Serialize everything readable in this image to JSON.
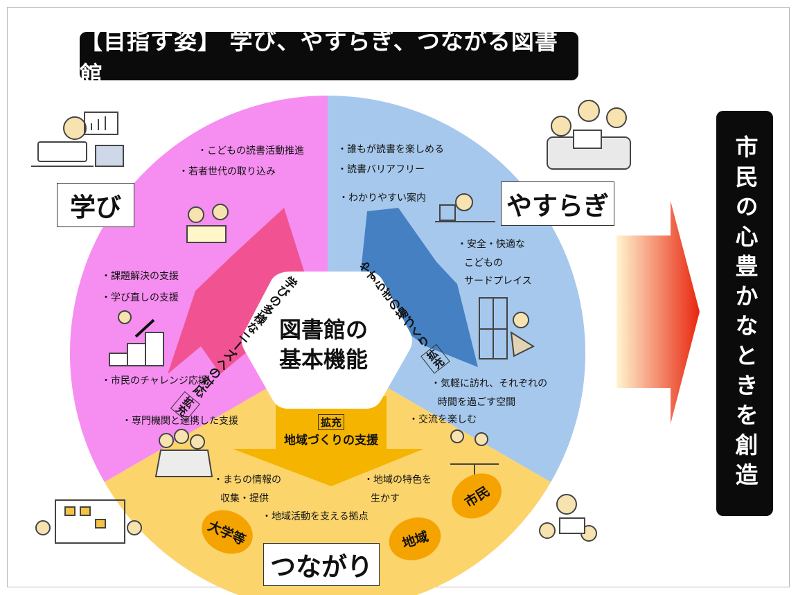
{
  "header": {
    "title": "【目指す姿】 学び、やすらぎ、つながる図書館"
  },
  "vision": {
    "text": "市民の心豊かなときを創造"
  },
  "center": {
    "line1": "図書館の",
    "line2": "基本機能"
  },
  "segments": {
    "manabi": {
      "label": "学び",
      "color": "#f58ef0",
      "items": [
        "・こどもの読書活動推進",
        "・若者世代の取り込み",
        "・課題解決の支援",
        "・学び直しの支援",
        "・市民のチャレンジ応援",
        "・専門機関と連携した支援"
      ],
      "arrow_label": "学びの多様なニーズへの対応",
      "arrow_tag": "拡充"
    },
    "yasuragi": {
      "label": "やすらぎ",
      "color": "#a6c8ec",
      "items": [
        "・誰もが読書を楽しめる",
        "・読書バリアフリー",
        "・わかりやすい案内",
        "・安全・快適な",
        "こどもの",
        "サードプレイス",
        "・気軽に訪れ、それぞれの",
        "時間を過ごす空間"
      ],
      "arrow_label": "やすらぎの場づくり",
      "arrow_tag": "拡充"
    },
    "tsunagari": {
      "label": "つながり",
      "color": "#fbd46c",
      "items": [
        "・交流を楽しむ",
        "・まちの情報の",
        "収集・提供",
        "・地域の特色を",
        "生かす",
        "・地域活動を支える拠点"
      ],
      "arrow_label": "地域づくりの支援",
      "arrow_tag": "拡充",
      "tags": [
        "大学等",
        "地域",
        "市民"
      ]
    }
  },
  "colors": {
    "big_arrow_from": "#fff5d0",
    "big_arrow_to": "#e8260f",
    "manabi_arrow": "#f0508c",
    "yasuragi_arrow": "#3f7cc0",
    "tsunagari_arrow": "#f5b400"
  }
}
